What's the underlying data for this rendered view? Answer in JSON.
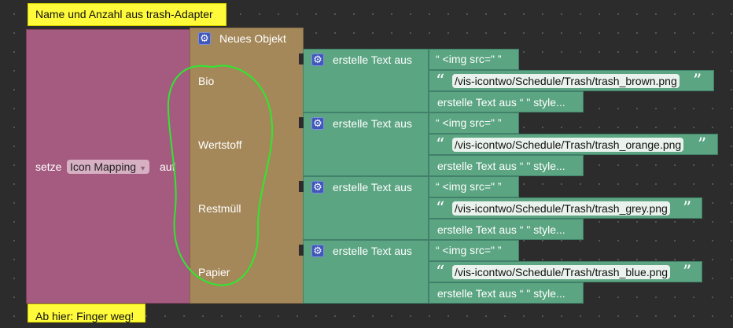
{
  "comments": {
    "top": "Name und Anzahl aus trash-Adapter",
    "bottom": "Ab hier: Finger weg!"
  },
  "setze_block": {
    "prefix": "setze",
    "variable": "Icon Mapping",
    "suffix": "auf"
  },
  "object_block": {
    "title": "Neues Objekt",
    "keys": [
      "Bio",
      "Wertstoff",
      "Restmüll",
      "Papier"
    ]
  },
  "text_blocks": [
    {
      "title": "erstelle Text aus",
      "part1": "“ <img src=\" ”",
      "path": "/vis-icontwo/Schedule/Trash/trash_brown.png",
      "part3": "erstelle Text aus “ \" style..."
    },
    {
      "title": "erstelle Text aus",
      "part1": "“ <img src=\" ”",
      "path": "/vis-icontwo/Schedule/Trash/trash_orange.png",
      "part3": "erstelle Text aus “ \" style..."
    },
    {
      "title": "erstelle Text aus",
      "part1": "“ <img src=\" ”",
      "path": "/vis-icontwo/Schedule/Trash/trash_grey.png",
      "part3": "erstelle Text aus “ \" style..."
    },
    {
      "title": "erstelle Text aus",
      "part1": "“ <img src=\" ”",
      "path": "/vis-icontwo/Schedule/Trash/trash_blue.png",
      "part3": "erstelle Text aus “ \" style..."
    }
  ],
  "icons": {
    "gear": "⚙",
    "quote_open": "“",
    "quote_close": "”",
    "dropdown": "▼"
  },
  "colors": {
    "workspace": "#2c2c2c",
    "comment": "#fffb3a",
    "variables_block": "#a55b80",
    "object_block": "#a5885a",
    "text_block": "#5ba582",
    "annotation_circle": "#2ee82e"
  }
}
